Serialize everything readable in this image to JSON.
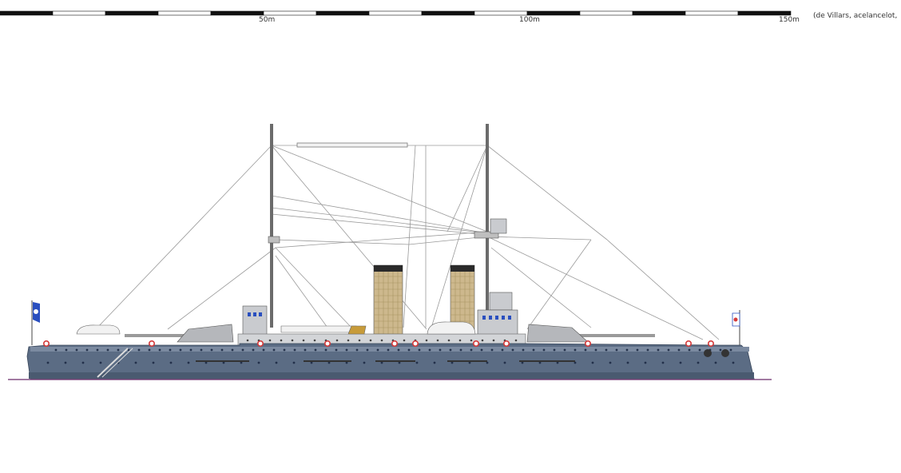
{
  "scale": {
    "ticks": [
      "50m",
      "100m",
      "150m"
    ]
  },
  "credit": "(de Villars, acelancelot,",
  "colors": {
    "hull": "#5b6c84",
    "hull_dark": "#4a5a70",
    "superstructure": "#c9cbcf",
    "funnel": "#cdb88d",
    "funnel_top": "#2a2a2a",
    "rigging": "#9a9a9a",
    "boat": "#f2f2f2",
    "waterline": "#6a2a6a",
    "lifebuoy": "#d43a3a",
    "flag_blue": "#2a4fbf"
  },
  "icons": [
    "ship-side-profile-drawing",
    "flag-icon",
    "lifebuoy-icon"
  ]
}
